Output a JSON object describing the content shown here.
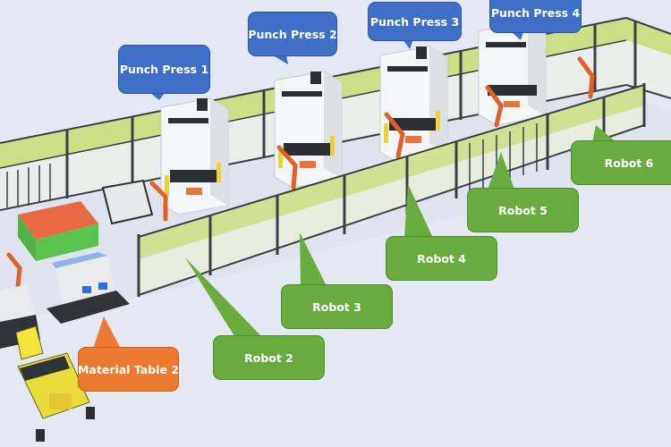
{
  "diagram": {
    "title": "Punch press production line layout",
    "colors": {
      "press_label": "#3f6fc6",
      "robot_label": "#6aab3f",
      "material_label": "#ec7a31",
      "fence_panel": "#c9de7a",
      "floor": "#e4e8f3"
    },
    "labels": {
      "punch_press_1": "Punch Press 1",
      "punch_press_2": "Punch Press 2",
      "punch_press_3": "Punch Press 3",
      "punch_press_4": "Punch Press 4",
      "robot_2": "Robot 2",
      "robot_3": "Robot 3",
      "robot_4": "Robot 4",
      "robot_5": "Robot 5",
      "robot_6": "Robot 6",
      "material_table_2": "Material Table 2"
    }
  }
}
